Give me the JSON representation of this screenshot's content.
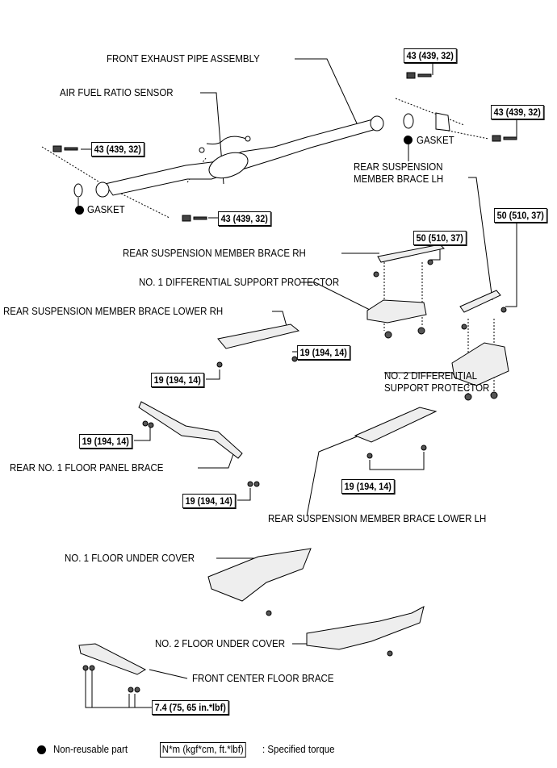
{
  "parts": {
    "front_exhaust_pipe": "FRONT EXHAUST PIPE ASSEMBLY",
    "air_fuel_sensor": "AIR FUEL RATIO SENSOR",
    "gasket_left": "GASKET",
    "gasket_right": "GASKET",
    "brace_lh": [
      "REAR SUSPENSION",
      "MEMBER BRACE LH"
    ],
    "brace_rh": "REAR SUSPENSION MEMBER BRACE RH",
    "diff_protector_1": "NO. 1 DIFFERENTIAL SUPPORT PROTECTOR",
    "brace_lower_rh": "REAR SUSPENSION MEMBER BRACE LOWER RH",
    "diff_protector_2": [
      "NO. 2 DIFFERENTIAL",
      "SUPPORT PROTECTOR"
    ],
    "floor_panel_brace": "REAR NO. 1 FLOOR PANEL BRACE",
    "brace_lower_lh": "REAR SUSPENSION MEMBER BRACE LOWER LH",
    "floor_cover_1": "NO. 1 FLOOR UNDER COVER",
    "floor_cover_2": "NO. 2 FLOOR UNDER COVER",
    "center_floor_brace": "FRONT CENTER FLOOR BRACE"
  },
  "torques": {
    "t1": "43 (439, 32)",
    "t2": "43 (439, 32)",
    "t3": "43 (439, 32)",
    "t4": "43 (439, 32)",
    "t5": "50 (510, 37)",
    "t6": "50 (510, 37)",
    "t7": "19 (194, 14)",
    "t8": "19 (194, 14)",
    "t9": "19 (194, 14)",
    "t10": "19 (194, 14)",
    "t11": "19 (194, 14)",
    "t12": "7.4 (75, 65 in.*lbf)"
  },
  "legend": {
    "non_reusable": "Non-reusable part",
    "torque_unit": "N*m (kgf*cm, ft.*lbf)",
    "torque_desc": ": Specified torque"
  }
}
